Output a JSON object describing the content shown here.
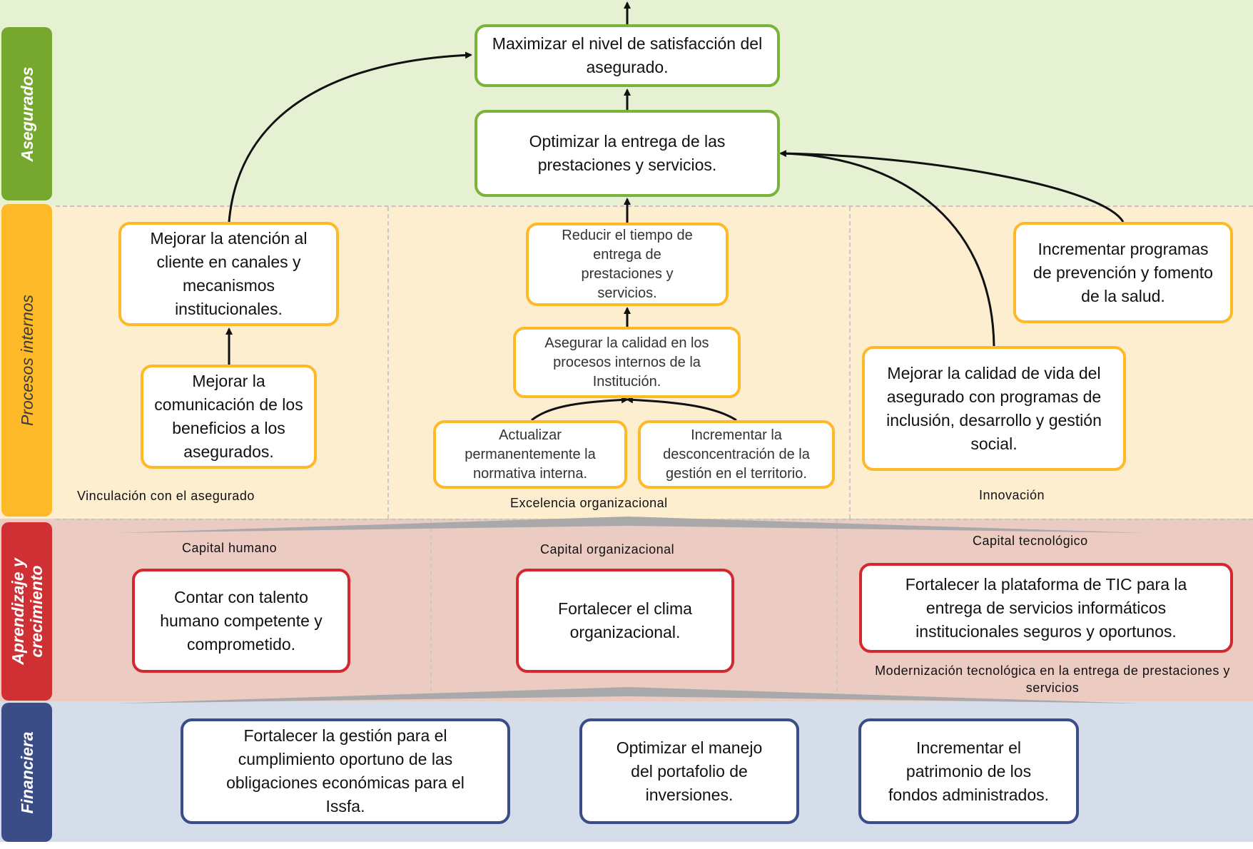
{
  "perspectives": {
    "asegurados": "Asegurados",
    "procesos": "Procesos internos",
    "aprendizaje": "Aprendizaje y crecimiento",
    "financiera": "Financiera"
  },
  "objectives": {
    "maximizar": "Maximizar el nivel de satisfacción del asegurado.",
    "optimizar_entrega": "Optimizar la entrega de las prestaciones y servicios.",
    "mejorar_atencion": "Mejorar la atención al cliente en canales y mecanismos institucionales.",
    "mejorar_comunicacion": "Mejorar la comunicación de los beneficios a los asegurados.",
    "reducir_tiempo": "Reducir el tiempo de entrega de prestaciones y servicios.",
    "asegurar_calidad": "Asegurar la calidad en los procesos internos de la Institución.",
    "actualizar_normativa": "Actualizar permanentemente la normativa interna.",
    "incrementar_desconcentracion": "Incrementar la desconcentración de la gestión en el territorio.",
    "incrementar_programas": "Incrementar programas de prevención y fomento de la salud.",
    "mejorar_calidad_vida": "Mejorar la calidad de vida del asegurado con programas de inclusión, desarrollo y gestión social.",
    "talento_humano": "Contar con talento humano competente y comprometido.",
    "clima_organizacional": "Fortalecer el clima organizacional.",
    "plataforma_tic": "Fortalecer la plataforma de TIC para la entrega de servicios informáticos institucionales seguros y oportunos.",
    "fortalecer_gestion": "Fortalecer la gestión para el cumplimiento oportuno de las obligaciones económicas para el Issfa.",
    "optimizar_portafolio": "Optimizar el manejo del portafolio de inversiones.",
    "incrementar_patrimonio": "Incrementar el patrimonio de los fondos administrados."
  },
  "themes": {
    "vinculacion": "Vinculación con el asegurado",
    "excelencia": "Excelencia organizacional",
    "innovacion": "Innovación",
    "capital_humano": "Capital humano",
    "capital_organizacional": "Capital organizacional",
    "capital_tecnologico": "Capital tecnológico",
    "modernizacion": "Modernización tecnológica en la entrega de prestaciones y servicios"
  },
  "colors": {
    "asegurados": "#76a830",
    "procesos": "#fdb927",
    "aprendizaje": "#d02f33",
    "financiera": "#3b4d86"
  }
}
